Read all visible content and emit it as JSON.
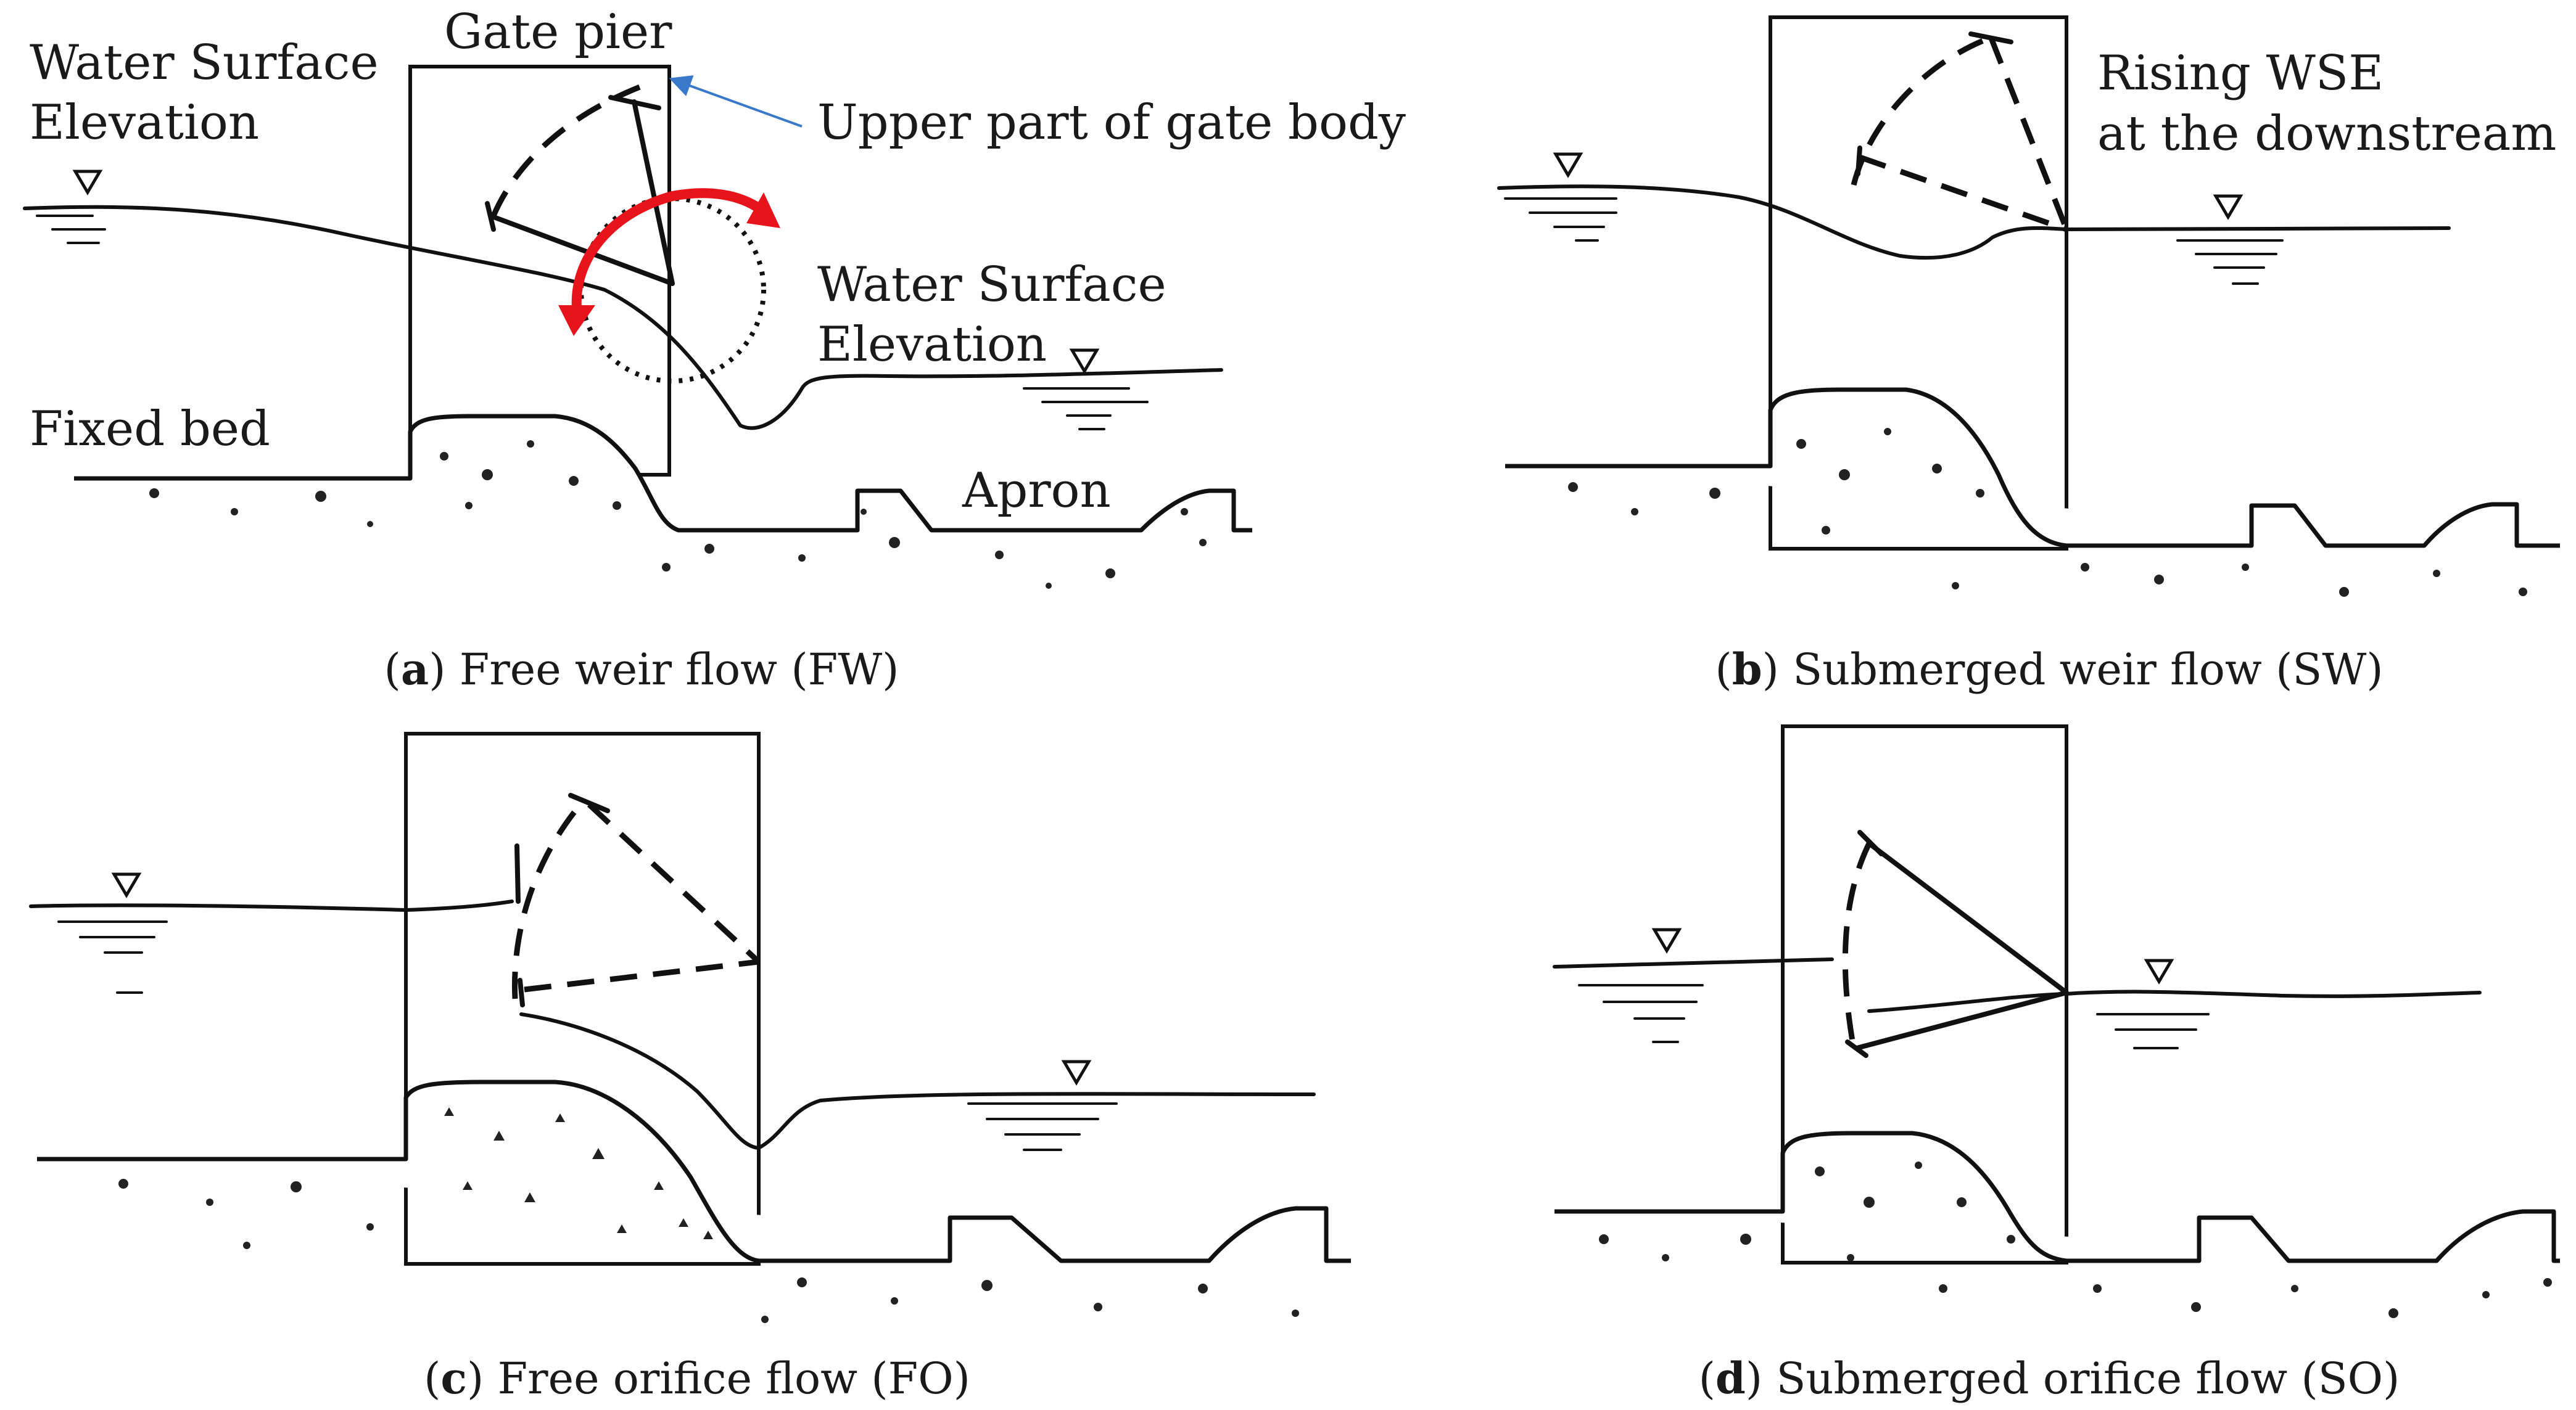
{
  "panels": [
    {
      "id": "a",
      "letter": "a",
      "caption": " Free weir flow (FW)"
    },
    {
      "id": "b",
      "letter": "b",
      "caption": " Submerged weir flow (SW)"
    },
    {
      "id": "c",
      "letter": "c",
      "caption": " Free orifice flow (FO)"
    },
    {
      "id": "d",
      "letter": "d",
      "caption": " Submerged orifice flow (SO)"
    }
  ],
  "labels": {
    "gate_pier": "Gate pier",
    "wse_upstream_1": "Water Surface",
    "wse_upstream_2": "Elevation",
    "upper_gate": "Upper part of gate body",
    "wse_downstream_1": "Water Surface",
    "wse_downstream_2": "Elevation",
    "fixed_bed": "Fixed bed",
    "apron": "Apron",
    "rising_1": "Rising WSE",
    "rising_2": "at the downstream"
  },
  "colors": {
    "rotation_arrow": "#e8141c",
    "pointer_arrow": "#3a78c9",
    "line": "#111111"
  }
}
